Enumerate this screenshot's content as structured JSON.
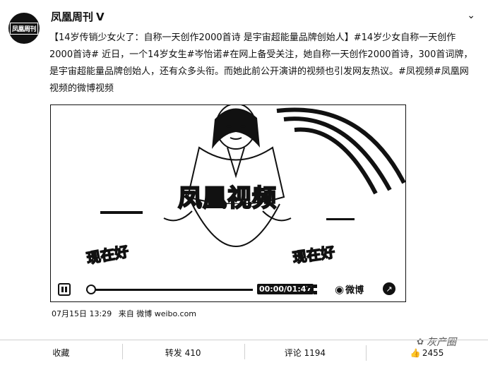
{
  "post": {
    "author": "凤凰周刊",
    "verified_mark": "V",
    "avatar_text": "凤凰周刊",
    "more_glyph": "⌄",
    "text": "【14岁传销少女火了：自称一天创作2000首诗 是宇宙超能量品牌创始人】#14岁少女自称一天创作2000首诗# 近日，一个14岁女生#岑怡诺#在网上备受关注，她自称一天创作2000首诗，300首词牌，是宇宙超能量品牌创始人，还有众多头衔。而她此前公开演讲的视频也引发网友热议。#凤视频#凤凰网视频的微博视频"
  },
  "video": {
    "brand_watermark": "凤凰视频",
    "sticker_left": "现在好",
    "sticker_right": "现在好",
    "time": "00:00/01:47",
    "progress": 0.03,
    "weibo_label": "微博",
    "share_glyph": "↗"
  },
  "meta": {
    "date": "07月15日 13:29",
    "source": "来自 微博 weibo.com"
  },
  "watermark": {
    "text": "灰产圈"
  },
  "actions": {
    "collect": "收藏",
    "repost": "转发 410",
    "comment": "评论 1194",
    "like": "2455"
  }
}
